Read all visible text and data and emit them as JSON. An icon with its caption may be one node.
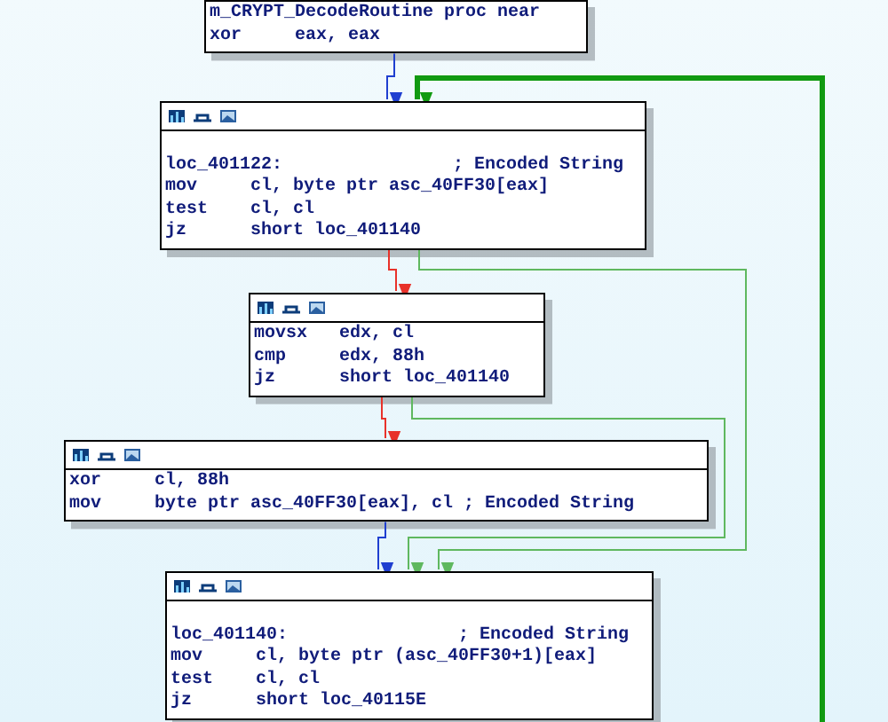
{
  "diagram": {
    "nodes": [
      {
        "text": [
          "m_CRYPT_DecodeRoutine proc near",
          "xor     eax, eax"
        ]
      },
      {
        "text": [
          "loc_401122:                ; Encoded String",
          "mov     cl, byte ptr asc_40FF30[eax]",
          "test    cl, cl",
          "jz      short loc_401140"
        ]
      },
      {
        "text": [
          "movsx   edx, cl",
          "cmp     edx, 88h",
          "jz      short loc_401140"
        ]
      },
      {
        "text": [
          "xor     cl, 88h",
          "mov     byte ptr asc_40FF30[eax], cl ; Encoded String"
        ]
      },
      {
        "text": [
          "loc_401140:                ; Encoded String",
          "mov     cl, byte ptr (asc_40FF30+1)[eax]",
          "test    cl, cl",
          "jz      short loc_40115E"
        ]
      }
    ],
    "edges": [
      {
        "from": 0,
        "to": 1,
        "arrow": "to",
        "color": "#1f3fd0"
      },
      {
        "from": 1,
        "to": 2,
        "arrow": "to",
        "color": "#e8322a"
      },
      {
        "from": 1,
        "to": 4,
        "arrow": "to",
        "color": "#5fb85f"
      },
      {
        "from": 2,
        "to": 3,
        "arrow": "to",
        "color": "#e8322a"
      },
      {
        "from": 2,
        "to": 4,
        "arrow": "to",
        "color": "#5fb85f"
      },
      {
        "from": 3,
        "to": 4,
        "arrow": "to",
        "color": "#1f3fd0"
      },
      {
        "from": null,
        "to": 1,
        "arrow": "to",
        "color": "#119a11",
        "style": "thick"
      }
    ]
  }
}
